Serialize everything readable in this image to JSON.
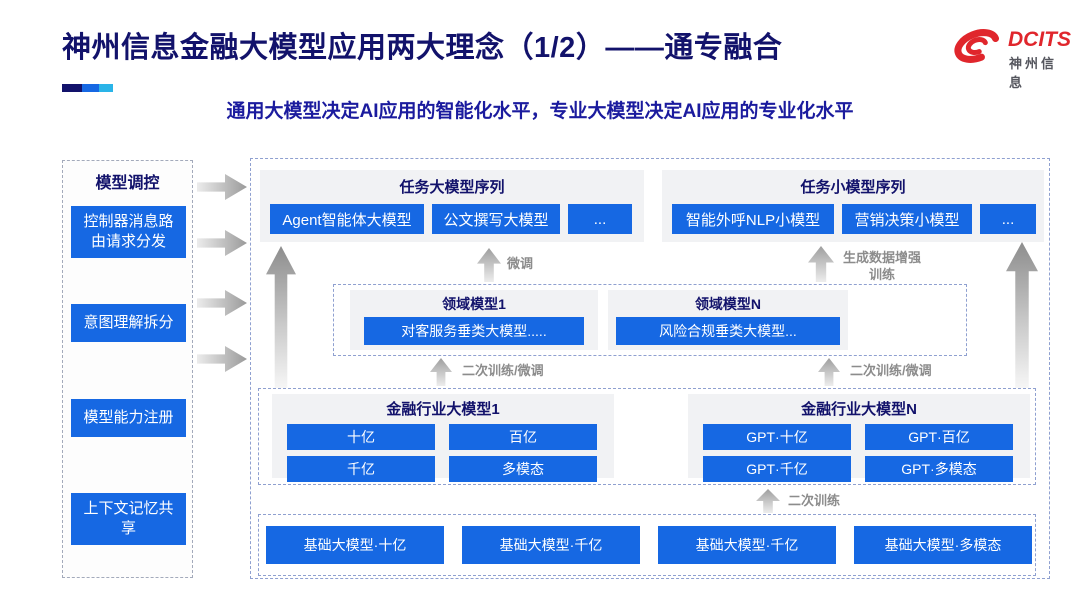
{
  "header": {
    "title": "神州信息金融大模型应用两大理念（1/2）——通专融合",
    "subtitle": "通用大模型决定AI应用的智能化水平，专业大模型决定AI应用的专业化水平",
    "logo": {
      "brand": "DCITS",
      "company": "神州信息"
    }
  },
  "sidebar": {
    "title": "模型调控",
    "items": [
      {
        "label": "控制器消息路由请求分发"
      },
      {
        "label": "意图理解拆分"
      },
      {
        "label": "模型能力注册"
      },
      {
        "label": "上下文记忆共享"
      }
    ]
  },
  "diagram": {
    "task_large_group": {
      "title": "任务大模型序列",
      "items": [
        "Agent智能体大模型",
        "公文撰写大模型",
        "..."
      ]
    },
    "task_small_group": {
      "title": "任务小模型序列",
      "items": [
        "智能外呼NLP小模型",
        "营销决策小模型",
        "..."
      ]
    },
    "arrow_labels": {
      "finetune": "微调",
      "gen_data_training": "生成数据增强训练",
      "retrain_finetune_left": "二次训练/微调",
      "retrain_finetune_right": "二次训练/微调",
      "retrain": "二次训练"
    },
    "domain_group_1": {
      "title": "领域模型1",
      "item": "对客服务垂类大模型....."
    },
    "domain_group_n": {
      "title": "领域模型N",
      "item": "风险合规垂类大模型..."
    },
    "industry_group_1": {
      "title": "金融行业大模型1",
      "items": [
        "十亿",
        "百亿",
        "千亿",
        "多模态"
      ]
    },
    "industry_group_n": {
      "title": "金融行业大模型N",
      "items": [
        "GPT·十亿",
        "GPT·百亿",
        "GPT·千亿",
        "GPT·多模态"
      ]
    },
    "base_models": [
      "基础大模型·十亿",
      "基础大模型·千亿",
      "基础大模型·千亿",
      "基础大模型·多模态"
    ]
  },
  "colors": {
    "primary_blue": "#1668e3",
    "title_navy": "#12126b",
    "logo_red": "#e0262c",
    "bar_cyan": "#2ab4e8"
  }
}
